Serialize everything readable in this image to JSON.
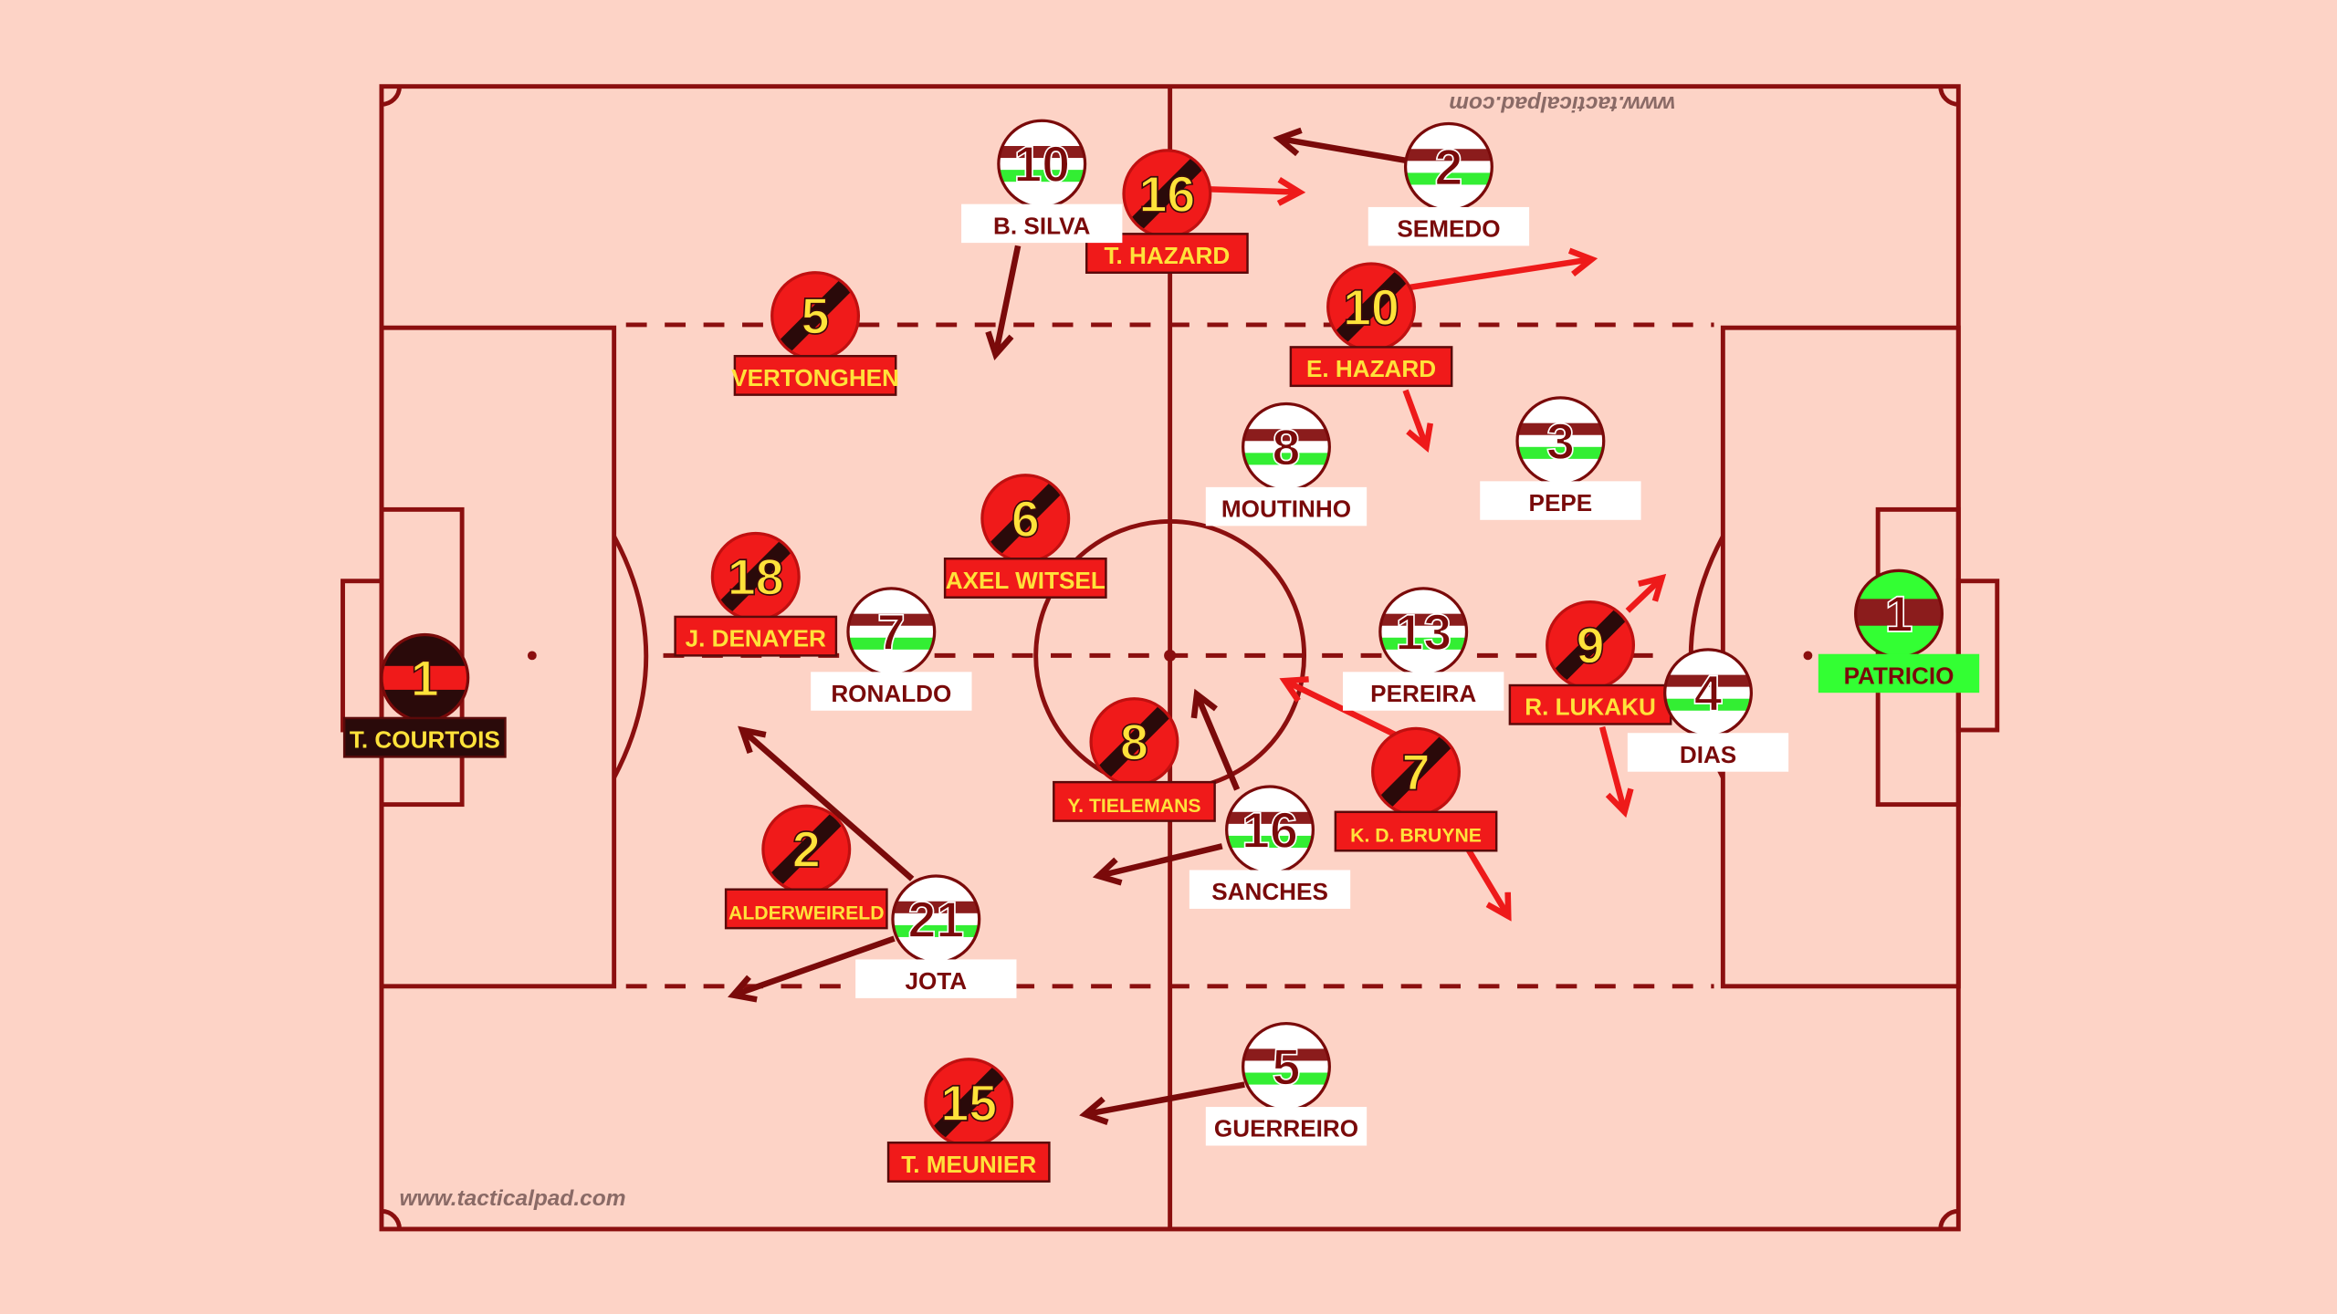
{
  "watermarks": {
    "top": "www.tacticalpad.com",
    "bottom": "www.tacticalpad.com"
  },
  "colors": {
    "background": "#fdd3c6",
    "pitch_line": "#8b0f0f",
    "team_red": "#f01a1a",
    "team_red_stripe": "#2a0a0a",
    "label_red_text": "#ffe23a",
    "team_white_stripe": "#8b1c1c",
    "team_white_green": "#33ee33",
    "keeper_green": "#33ff33",
    "arrow_red": "#ee1a1a",
    "arrow_dark": "#7a0a0a"
  },
  "teams": {
    "belgium": [
      {
        "number": "1",
        "name": "T. COURTOIS",
        "role": "keeper"
      },
      {
        "number": "5",
        "name": "VERTONGHEN"
      },
      {
        "number": "16",
        "name": "T. HAZARD"
      },
      {
        "number": "10",
        "name": "E. HAZARD"
      },
      {
        "number": "6",
        "name": "AXEL WITSEL"
      },
      {
        "number": "18",
        "name": "J. DENAYER"
      },
      {
        "number": "8",
        "name": "Y. TIELEMANS"
      },
      {
        "number": "7",
        "name": "K. D. BRUYNE"
      },
      {
        "number": "9",
        "name": "R. LUKAKU"
      },
      {
        "number": "2",
        "name": "ALDERWEIRELD"
      },
      {
        "number": "15",
        "name": "T. MEUNIER"
      }
    ],
    "portugal": [
      {
        "number": "1",
        "name": "PATRICIO",
        "role": "keeper"
      },
      {
        "number": "10",
        "name": "B. SILVA"
      },
      {
        "number": "2",
        "name": "SEMEDO"
      },
      {
        "number": "8",
        "name": "MOUTINHO"
      },
      {
        "number": "3",
        "name": "PEPE"
      },
      {
        "number": "7",
        "name": "RONALDO"
      },
      {
        "number": "13",
        "name": "PEREIRA"
      },
      {
        "number": "4",
        "name": "DIAS"
      },
      {
        "number": "16",
        "name": "SANCHES"
      },
      {
        "number": "21",
        "name": "JOTA"
      },
      {
        "number": "5",
        "name": "GUERREIRO"
      }
    ]
  }
}
